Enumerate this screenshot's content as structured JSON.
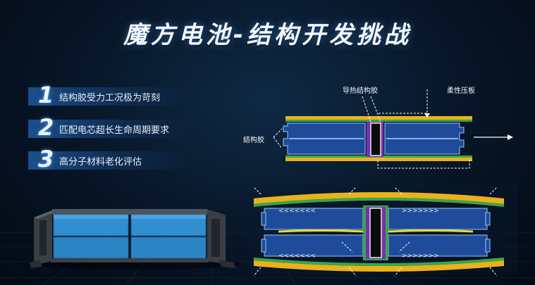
{
  "slide": {
    "title": "魔方电池-结构开发挑战"
  },
  "points": [
    {
      "number": "1",
      "text": "结构胶受力工况极为苛刻"
    },
    {
      "number": "2",
      "text": "匹配电芯超长生命周期要求"
    },
    {
      "number": "3",
      "text": "高分子材料老化评估"
    }
  ],
  "diagram": {
    "label_thermal_glue": "导热结构胶",
    "label_flexible_plate": "柔性压板",
    "label_structural_glue": "结构胶"
  }
}
